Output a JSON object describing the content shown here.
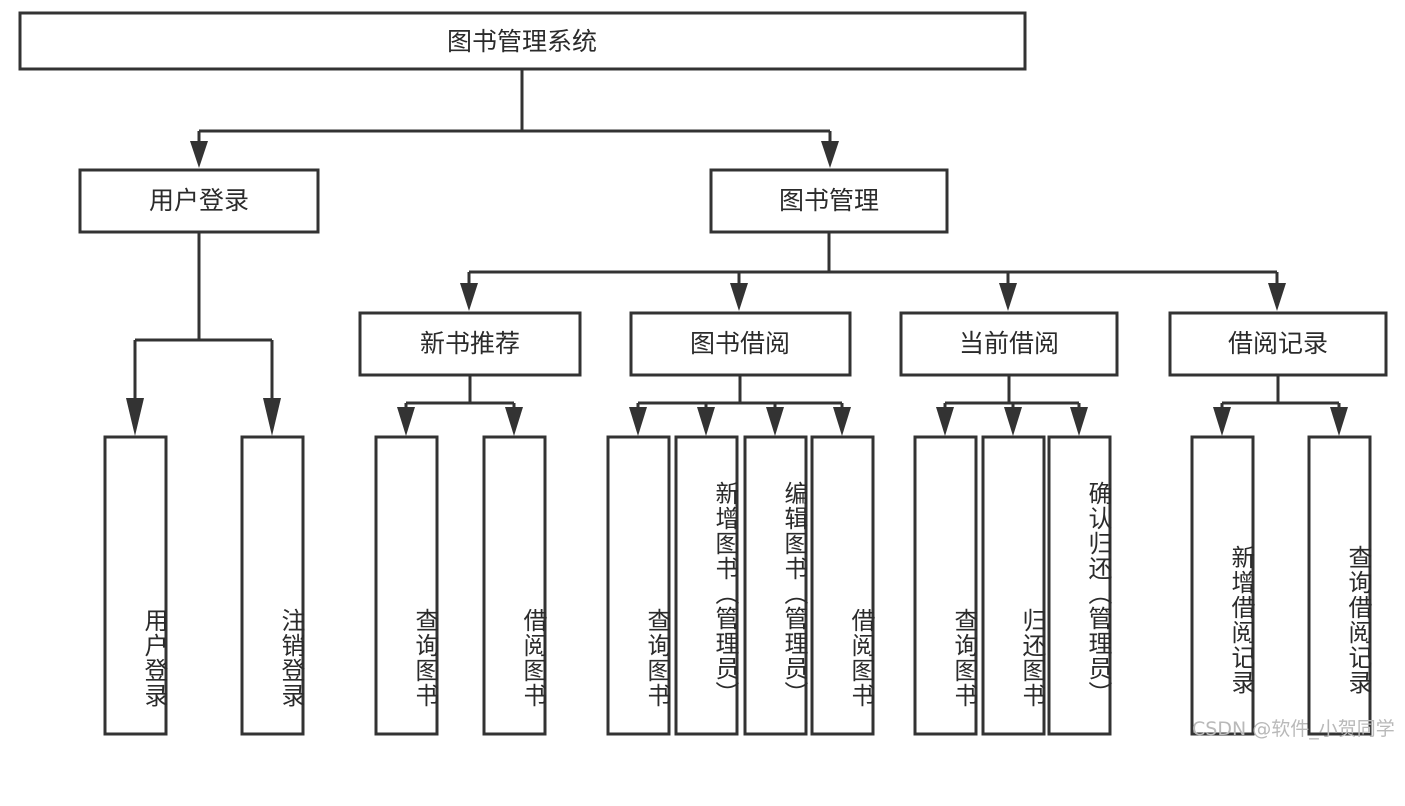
{
  "diagram": {
    "title": "图书管理系统",
    "watermark": "CSDN @软件_小贺同学",
    "colors": {
      "stroke": "#333333",
      "fill": "#ffffff",
      "text": "#2b2b2b",
      "watermark": "#b9b9b9"
    },
    "root": {
      "label": "图书管理系统"
    },
    "level2": [
      {
        "label": "用户登录"
      },
      {
        "label": "图书管理"
      }
    ],
    "level3": [
      {
        "label": "新书推荐"
      },
      {
        "label": "图书借阅"
      },
      {
        "label": "当前借阅"
      },
      {
        "label": "借阅记录"
      }
    ],
    "leaves": {
      "user_login": [
        {
          "label": "用户登录"
        },
        {
          "label": "注销登录"
        }
      ],
      "new_book": [
        {
          "label": "查询图书"
        },
        {
          "label": "借阅图书"
        }
      ],
      "borrow": [
        {
          "label": "查询图书"
        },
        {
          "label": "新增图书（管理员）"
        },
        {
          "label": "编辑图书（管理员）"
        },
        {
          "label": "借阅图书"
        }
      ],
      "current": [
        {
          "label": "查询图书"
        },
        {
          "label": "归还图书"
        },
        {
          "label": "确认归还（管理员）"
        }
      ],
      "records": [
        {
          "label": "新增借阅记录"
        },
        {
          "label": "查询借阅记录"
        }
      ]
    }
  }
}
